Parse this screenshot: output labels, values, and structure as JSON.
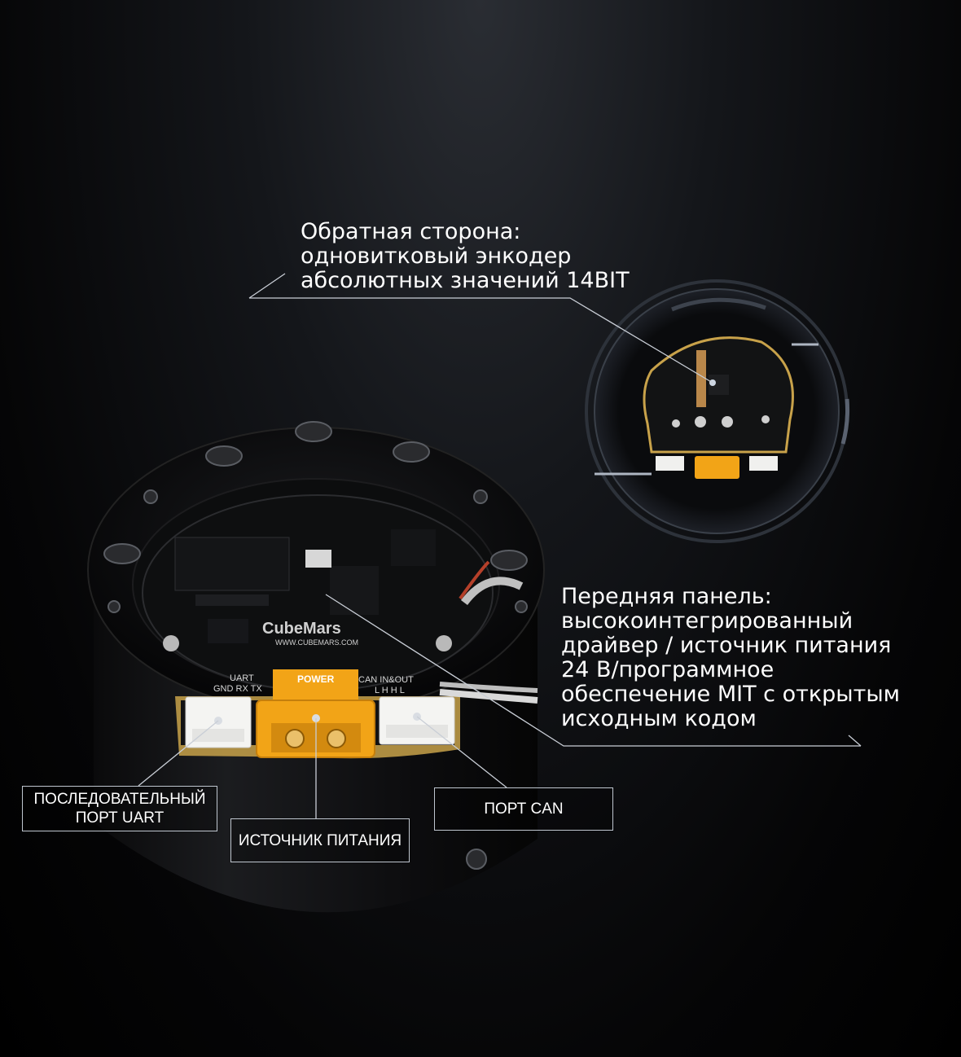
{
  "back_callout": {
    "lines": [
      "Обратная сторона:",
      "одновитковый энкодер",
      "абсолютных значений 14BIT"
    ]
  },
  "front_callout": {
    "lines": [
      "Передняя панель:",
      "высокоинтегрированный",
      "драйвер / источник питания",
      "24 В/программное",
      "обеспечение MIT с открытым",
      "исходным кодом"
    ]
  },
  "labels": {
    "uart": [
      "ПОСЛЕДОВАТЕЛЬНЫЙ",
      "ПОРТ UART"
    ],
    "power": "ИСТОЧНИК ПИТАНИЯ",
    "can": "ПОРТ CAN"
  },
  "board_text": {
    "brand": "CubeMars",
    "website": "WWW.CUBEMARS.COM",
    "power": "POWER",
    "uart_header": "UART",
    "uart_pins": "GND RX TX",
    "can_header": "CAN IN&OUT",
    "can_pins": "L H H L"
  },
  "colors": {
    "accent_connector": "#f2a417",
    "pcb": "#0f1011",
    "line": "#c9ced6"
  }
}
